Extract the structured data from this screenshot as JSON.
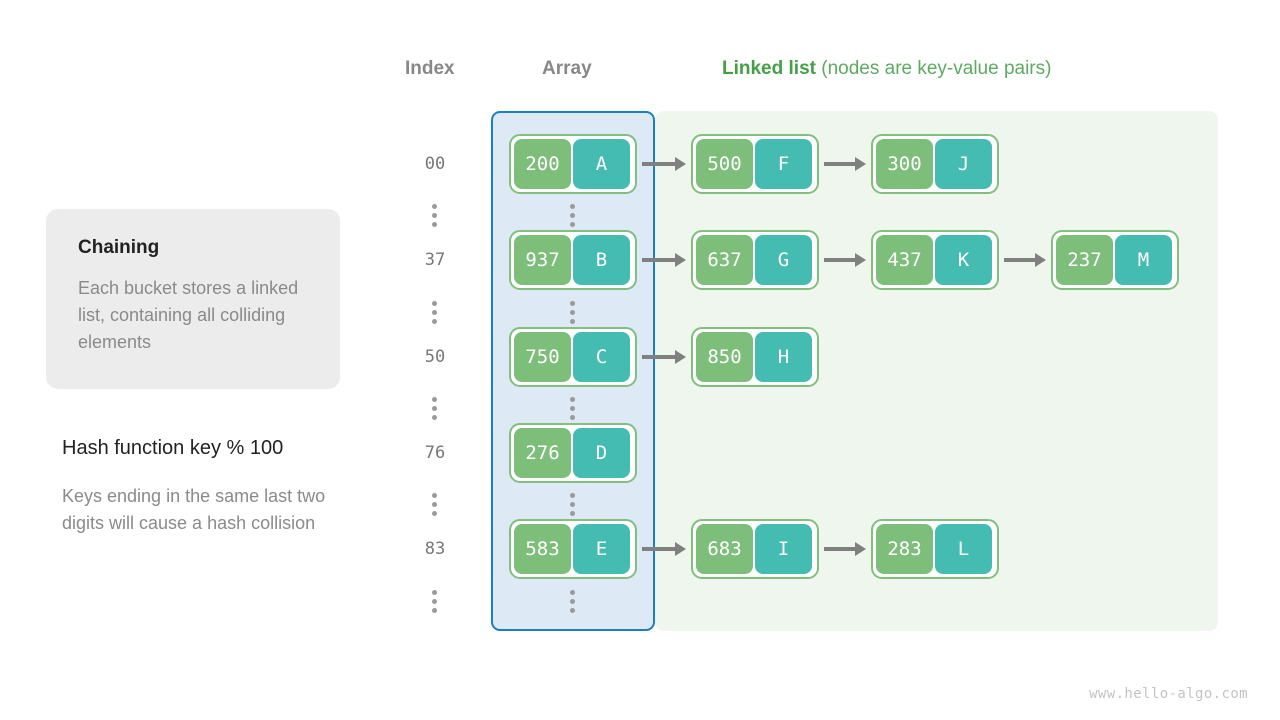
{
  "headers": {
    "index": "Index",
    "array": "Array",
    "linked_bold": "Linked list",
    "linked_rest": " (nodes are key-value pairs)"
  },
  "info_card": {
    "title": "Chaining",
    "body": "Each bucket stores a linked list, containing all colliding elements"
  },
  "hash_note": {
    "title": "Hash function key % 100",
    "body": "Keys ending in the same last two digits will cause a hash collision"
  },
  "colors": {
    "array_panel_bg": "#ddeaf5",
    "array_panel_border": "#1b7fc4",
    "linked_panel_bg": "#eff6ee",
    "node_border": "#82bf7e",
    "key_box": "#7ebe7b",
    "value_box": "#45bcb2",
    "arrow": "#808080",
    "accent_green": "#43a047",
    "index_text": "#777777",
    "muted_text": "#8a8a8a"
  },
  "rows": [
    {
      "index": "00",
      "nodes": [
        {
          "key": "200",
          "value": "A"
        },
        {
          "key": "500",
          "value": "F"
        },
        {
          "key": "300",
          "value": "J"
        }
      ]
    },
    {
      "index": "37",
      "nodes": [
        {
          "key": "937",
          "value": "B"
        },
        {
          "key": "637",
          "value": "G"
        },
        {
          "key": "437",
          "value": "K"
        },
        {
          "key": "237",
          "value": "M"
        }
      ]
    },
    {
      "index": "50",
      "nodes": [
        {
          "key": "750",
          "value": "C"
        },
        {
          "key": "850",
          "value": "H"
        }
      ]
    },
    {
      "index": "76",
      "nodes": [
        {
          "key": "276",
          "value": "D"
        }
      ]
    },
    {
      "index": "83",
      "nodes": [
        {
          "key": "583",
          "value": "E"
        },
        {
          "key": "683",
          "value": "I"
        },
        {
          "key": "283",
          "value": "L"
        }
      ]
    }
  ],
  "ellipsis_rows": 6,
  "watermark": "www.hello-algo.com"
}
